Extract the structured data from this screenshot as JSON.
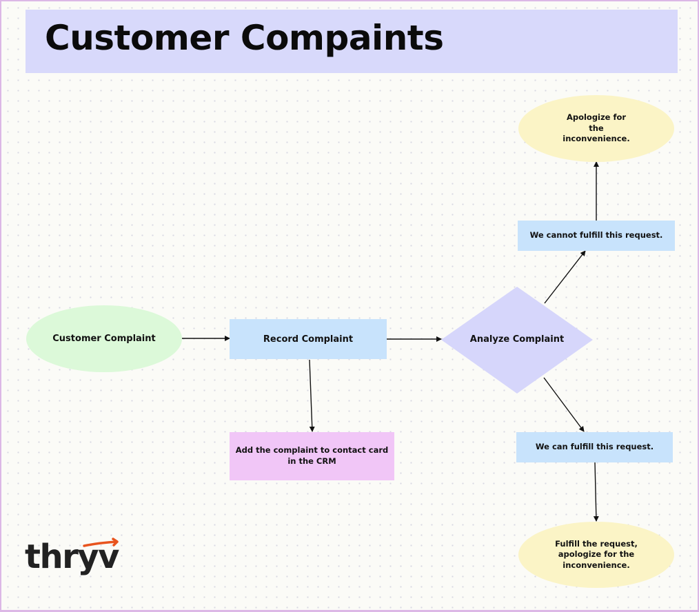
{
  "title": "Customer Compaints",
  "nodes": {
    "customer_complaint": "Customer Complaint",
    "record_complaint": "Record Complaint",
    "analyze_complaint": "Analyze Complaint",
    "add_to_crm": "Add the complaint to contact card in the CRM",
    "cannot_fulfill": "We cannot fulfill this request.",
    "can_fulfill": "We can fulfill this request.",
    "apologize": "Apologize for the inconvenience.",
    "fulfill_apologize": "Fulfill the request, apologize for the inconvenience."
  },
  "logo": {
    "text": "thryv"
  },
  "colors": {
    "title_banner": "#d8d9fb",
    "ellipse_green": "#dcf9d9",
    "box_blue": "#c8e3fc",
    "diamond_purple": "#d6d6fb",
    "box_pink": "#f1c6f7",
    "ellipse_yellow": "#fbf4c6",
    "logo_accent": "#e8541e"
  }
}
